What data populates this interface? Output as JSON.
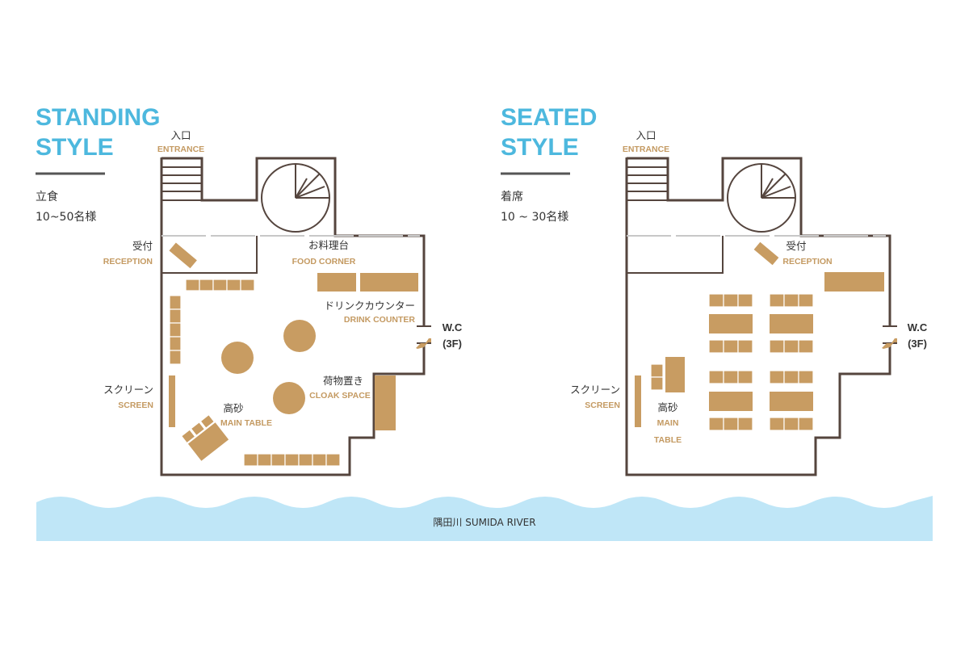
{
  "standing": {
    "title_line1": "STANDING",
    "title_line2": "STYLE",
    "style_jp": "立食",
    "capacity": "10~50名様",
    "entrance_jp": "入口",
    "entrance_en": "ENTRANCE",
    "reception_jp": "受付",
    "reception_en": "RECEPTION",
    "food_jp": "お料理台",
    "food_en": "FOOD CORNER",
    "drink_jp": "ドリンクカウンター",
    "drink_en": "DRINK COUNTER",
    "wc_line1": "W.C",
    "wc_line2": "(3F)",
    "screen_jp": "スクリーン",
    "screen_en": "SCREEN",
    "cloak_jp": "荷物置き",
    "cloak_en": "CLOAK SPACE",
    "main_jp": "高砂",
    "main_en": "MAIN TABLE"
  },
  "seated": {
    "title_line1": "SEATED",
    "title_line2": "STYLE",
    "style_jp": "着席",
    "capacity": "10 ~ 30名様",
    "entrance_jp": "入口",
    "entrance_en": "ENTRANCE",
    "reception_jp": "受付",
    "reception_en": "RECEPTION",
    "wc_line1": "W.C",
    "wc_line2": "(3F)",
    "screen_jp": "スクリーン",
    "screen_en": "SCREEN",
    "main_jp": "高砂",
    "main_en_line1": "MAIN",
    "main_en_line2": "TABLE"
  },
  "river": {
    "label": "隅田川  SUMIDA RIVER"
  },
  "colors": {
    "title": "#4db8de",
    "accent": "#c49a62",
    "furniture": "#c89c62",
    "wall": "#55453e",
    "river": "#bfe6f7"
  }
}
